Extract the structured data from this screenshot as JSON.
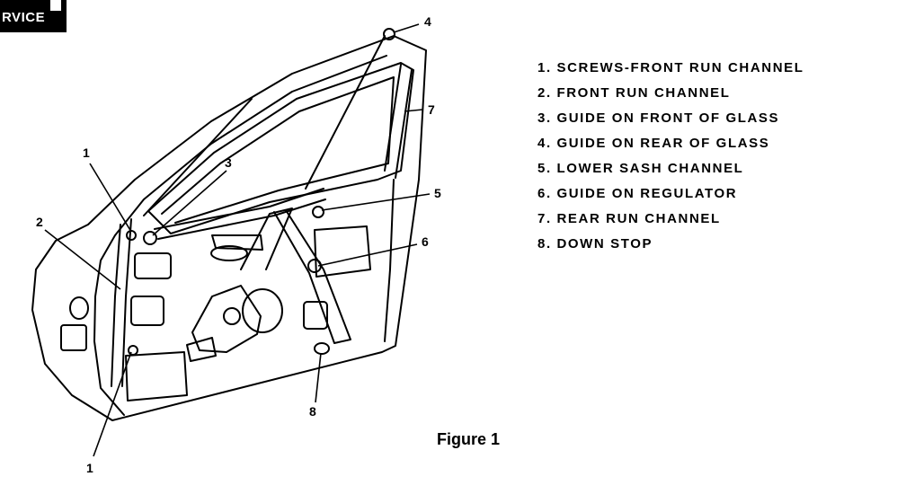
{
  "header_tab": {
    "text": "RVICE"
  },
  "figure": {
    "caption": "Figure 1",
    "callouts": [
      "1",
      "2",
      "3",
      "4",
      "5",
      "6",
      "7",
      "8",
      "1"
    ]
  },
  "legend": {
    "items": [
      "1. SCREWS-FRONT RUN CHANNEL",
      "2. FRONT RUN CHANNEL",
      "3. GUIDE ON FRONT OF GLASS",
      "4. GUIDE ON REAR OF GLASS",
      "5. LOWER SASH CHANNEL",
      "6. GUIDE ON REGULATOR",
      "7. REAR RUN CHANNEL",
      "8. DOWN STOP"
    ]
  }
}
